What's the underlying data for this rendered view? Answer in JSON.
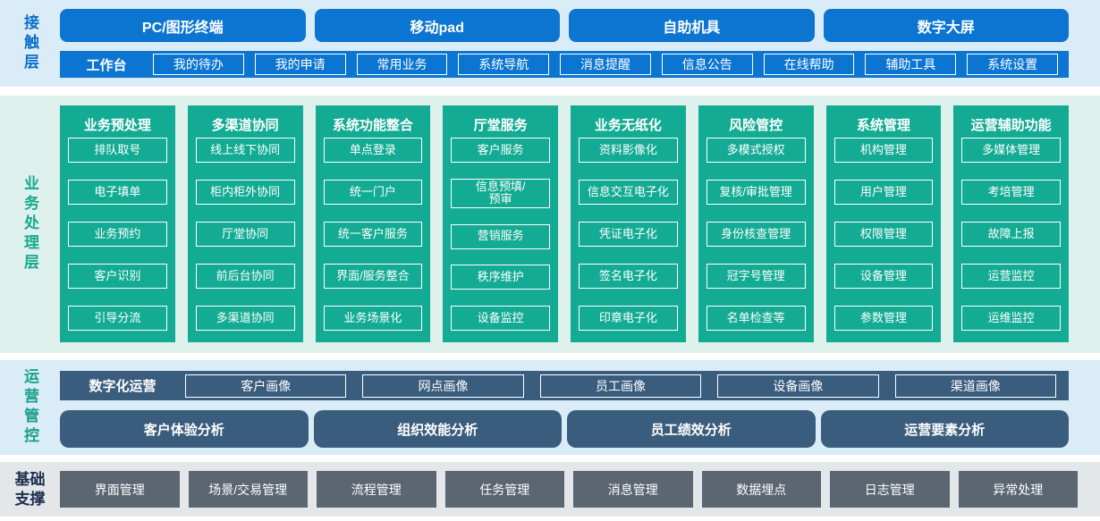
{
  "colors": {
    "primary_blue": "#0b75d1",
    "teal_green": "#13ab93",
    "slate_blue": "#3a5d7e",
    "slate_gray": "#5b6670",
    "bg_light_blue": "#d9ecf8",
    "bg_light_green": "#def1ec",
    "bg_light_gray": "#e4e7ea",
    "label_blue": "#0a6fca",
    "label_green": "#17a98f",
    "label_navy": "#1d2e4e"
  },
  "contact_layer": {
    "label": "接触层",
    "terminals": [
      "PC/图形终端",
      "移动pad",
      "自助机具",
      "数字大屏"
    ],
    "workbench": {
      "label": "工作台",
      "items": [
        "我的待办",
        "我的申请",
        "常用业务",
        "系统导航",
        "消息提醒",
        "信息公告",
        "在线帮助",
        "辅助工具",
        "系统设置"
      ]
    }
  },
  "business_layer": {
    "label": "业务处理层",
    "columns": [
      {
        "title": "业务预处理",
        "items": [
          "排队取号",
          "电子填单",
          "业务预约",
          "客户识别",
          "引导分流"
        ]
      },
      {
        "title": "多渠道协同",
        "items": [
          "线上线下协同",
          "柜内柜外协同",
          "厅堂协同",
          "前后台协同",
          "多渠道协同"
        ]
      },
      {
        "title": "系统功能整合",
        "items": [
          "单点登录",
          "统一门户",
          "统一客户服务",
          "界面/服务整合",
          "业务场景化"
        ]
      },
      {
        "title": "厅堂服务",
        "items": [
          "客户服务",
          "信息预填/\n预审",
          "营销服务",
          "秩序维护",
          "设备监控"
        ]
      },
      {
        "title": "业务无纸化",
        "items": [
          "资料影像化",
          "信息交互电子化",
          "凭证电子化",
          "签名电子化",
          "印章电子化"
        ]
      },
      {
        "title": "风险管控",
        "items": [
          "多模式授权",
          "复核/审批管理",
          "身份核查管理",
          "冠字号管理",
          "名单检查等"
        ]
      },
      {
        "title": "系统管理",
        "items": [
          "机构管理",
          "用户管理",
          "权限管理",
          "设备管理",
          "参数管理"
        ]
      },
      {
        "title": "运营辅助功能",
        "items": [
          "多媒体管理",
          "考培管理",
          "故障上报",
          "运营监控",
          "运维监控"
        ]
      }
    ]
  },
  "operations_layer": {
    "label": "运营管控",
    "digital_ops": {
      "label": "数字化运营",
      "items": [
        "客户画像",
        "网点画像",
        "员工画像",
        "设备画像",
        "渠道画像"
      ]
    },
    "analysis": [
      "客户体验分析",
      "组织效能分析",
      "员工绩效分析",
      "运营要素分析"
    ]
  },
  "foundation_layer": {
    "label": "基础支撑",
    "items": [
      "界面管理",
      "场景/交易管理",
      "流程管理",
      "任务管理",
      "消息管理",
      "数据埋点",
      "日志管理",
      "异常处理"
    ]
  }
}
